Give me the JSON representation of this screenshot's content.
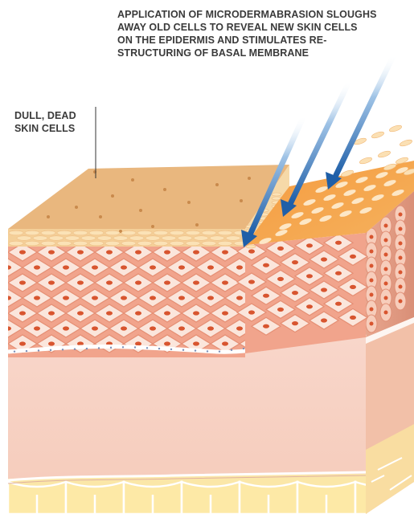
{
  "labels": {
    "process": [
      "APPLICATION OF MICRODERMABRASION SLOUGHS",
      "AWAY OLD CELLS TO REVEAL NEW SKIN CELLS",
      "ON THE EPIDERMIS AND STIMULATES RE-",
      "STRUCTURING OF BASAL MEMBRANE"
    ],
    "dead_cells": [
      "DULL, DEAD",
      "SKIN CELLS"
    ]
  },
  "colors": {
    "label_text": "#3a3a3a",
    "leader_line": "#333333",
    "dead_top": "#e9b77e",
    "dead_front": "#f4cf98",
    "dead_spot": "#c98a4c",
    "new_cells_top": "#f0a24a",
    "epidermis": "#f0a48c",
    "cell_fill": "#fbe6dc",
    "nucleus": "#d8552f",
    "basal_membrane": "#ffffff",
    "dermis": "#f8d3c6",
    "dermis_side": "#f0b89e",
    "fat": "#fbe7a8",
    "arrow_top": "#ffffff",
    "arrow_bottom": "#1f5fa8"
  }
}
